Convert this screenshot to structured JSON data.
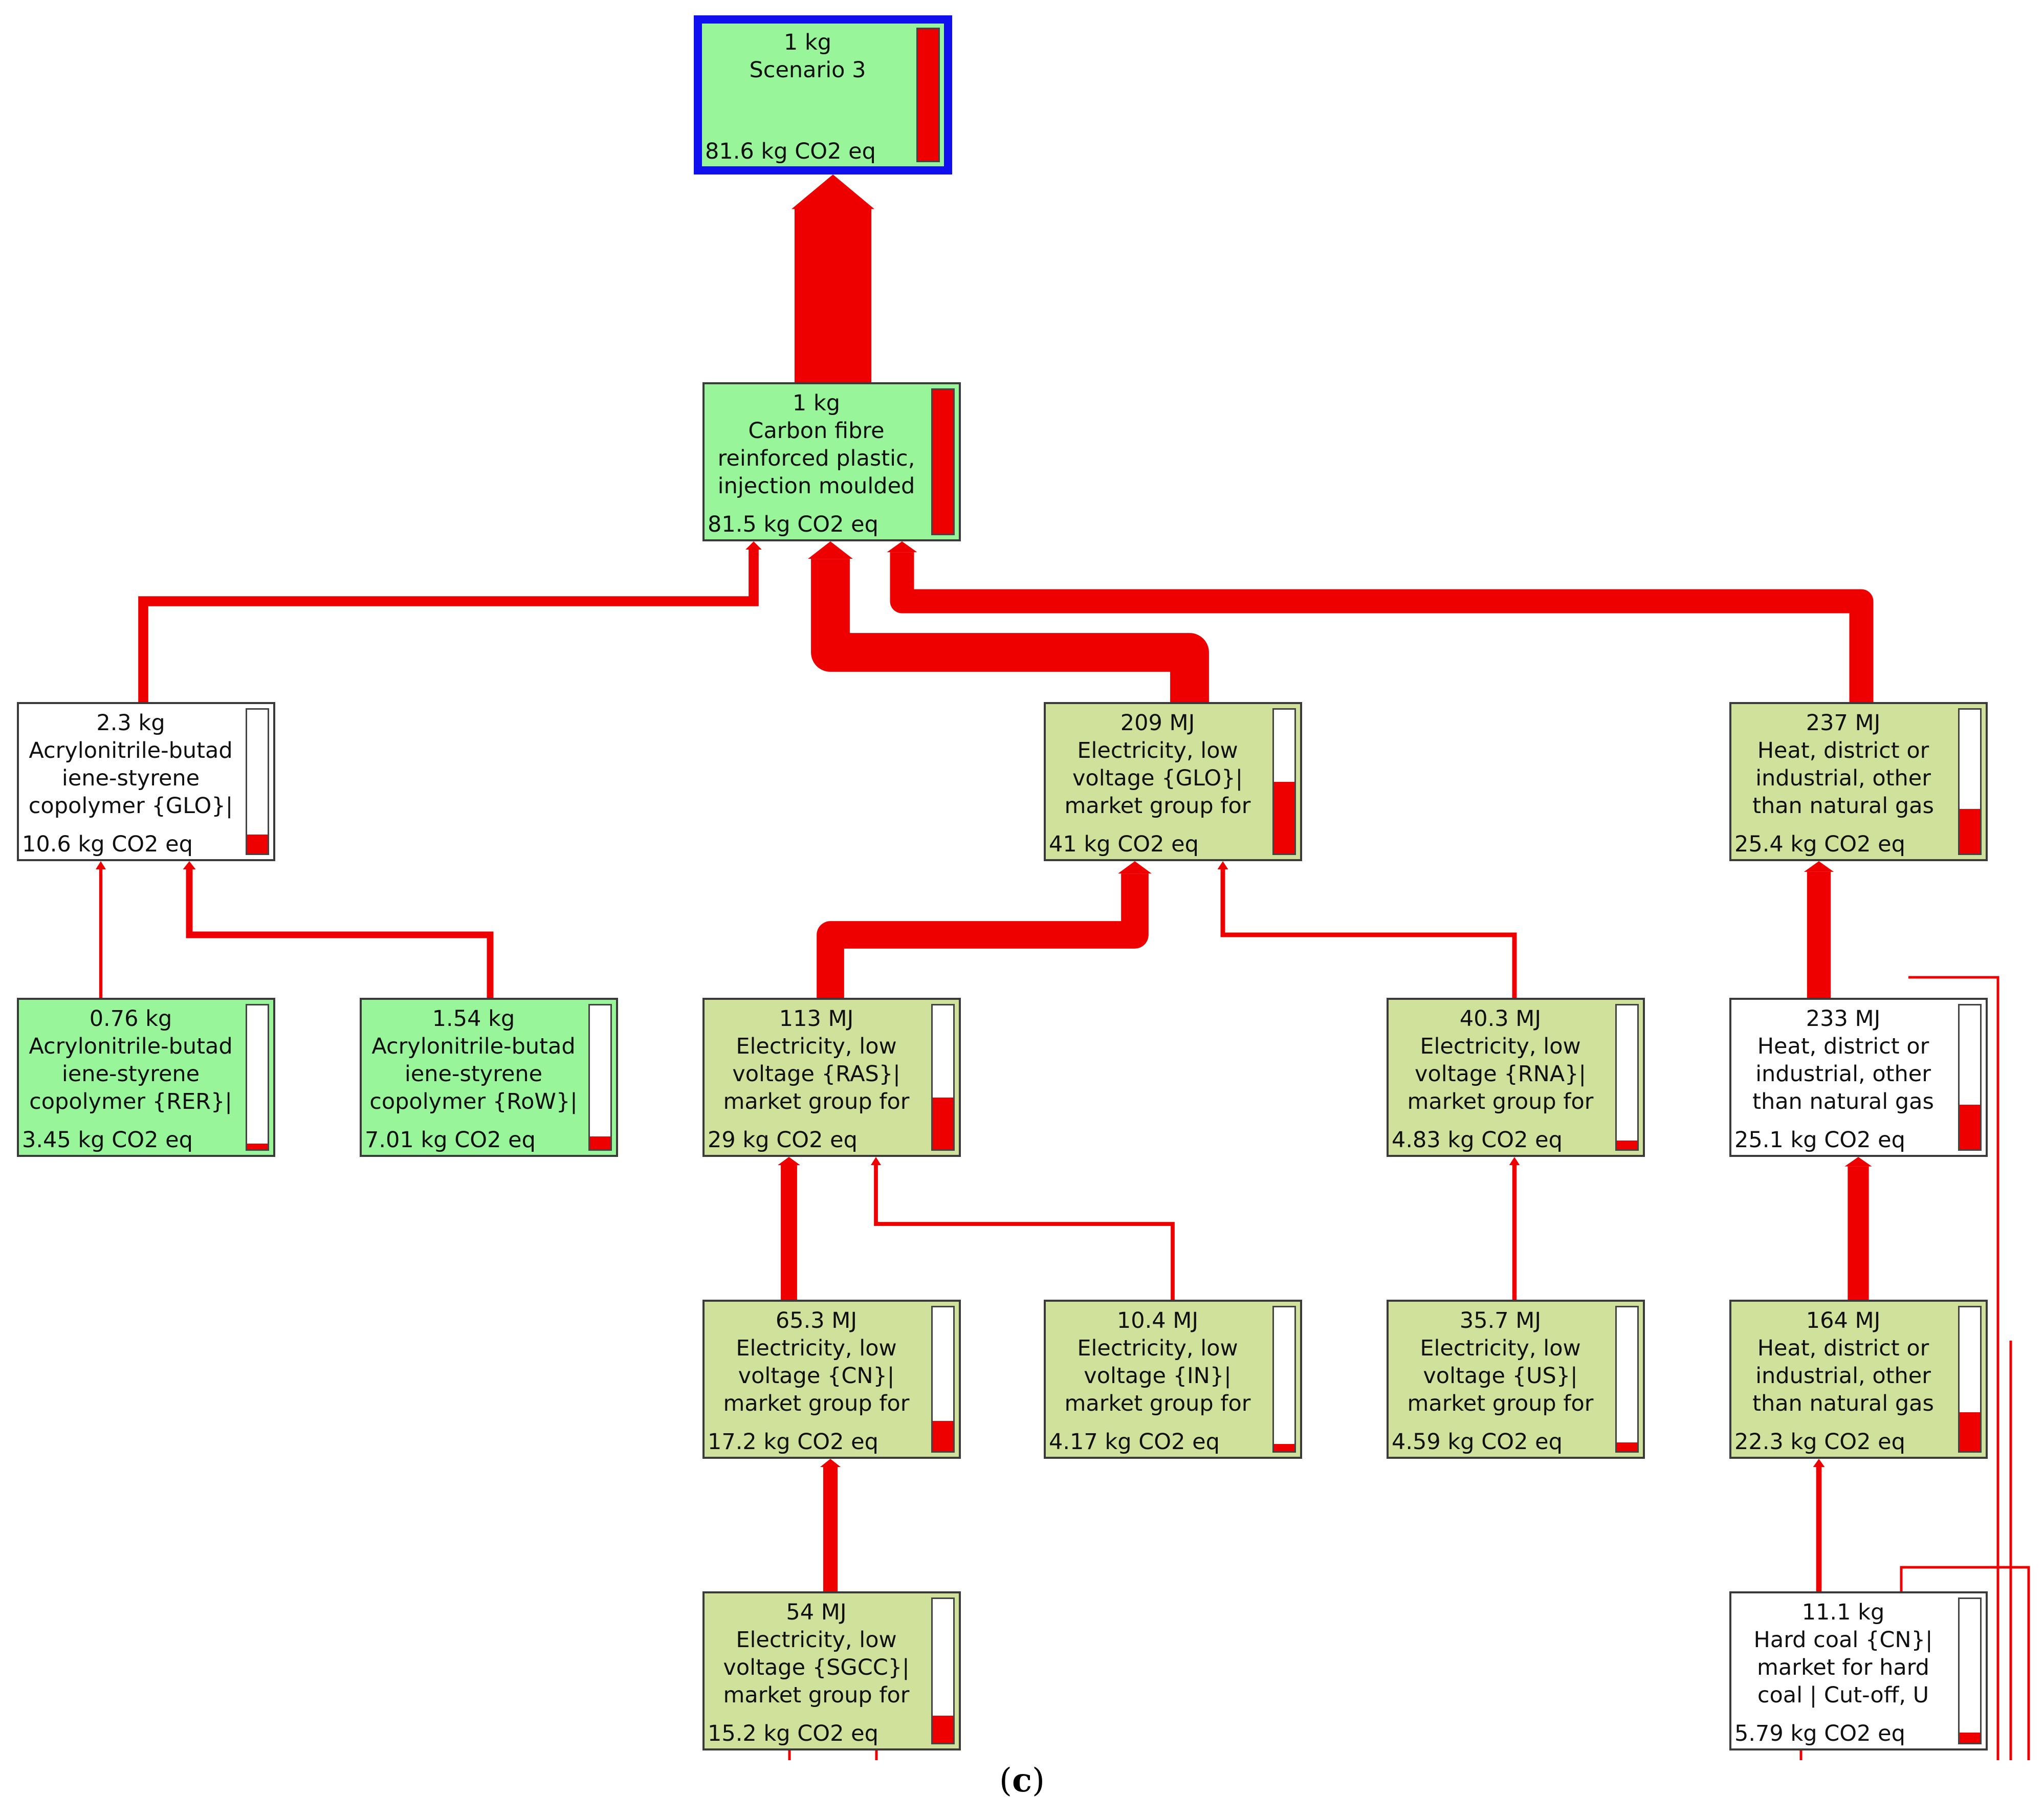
{
  "nodes": [
    {
      "id": "scenario3",
      "amount": "1 kg",
      "label": [
        "Scenario 3"
      ],
      "impact": "81.6 kg CO2 eq",
      "share": 1.0,
      "color": "green",
      "selected": true
    },
    {
      "id": "cfrp",
      "amount": "1 kg",
      "label": [
        "Carbon fibre",
        "reinforced plastic,",
        "injection moulded"
      ],
      "impact": "81.5 kg CO2 eq",
      "share": 1.0,
      "color": "green"
    },
    {
      "id": "abs-glo",
      "amount": "2.3 kg",
      "label": [
        "Acrylonitrile-butad",
        "iene-styrene",
        "copolymer {GLO}|"
      ],
      "impact": "10.6 kg CO2 eq",
      "share": 0.13,
      "color": "white"
    },
    {
      "id": "elec-glo",
      "amount": "209 MJ",
      "label": [
        "Electricity, low",
        "voltage {GLO}|",
        "market group for"
      ],
      "impact": "41 kg CO2 eq",
      "share": 0.5,
      "color": "olive"
    },
    {
      "id": "heat-237",
      "amount": "237 MJ",
      "label": [
        "Heat, district or",
        "industrial, other",
        "than natural gas"
      ],
      "impact": "25.4 kg CO2 eq",
      "share": 0.31,
      "color": "olive"
    },
    {
      "id": "abs-rer",
      "amount": "0.76 kg",
      "label": [
        "Acrylonitrile-butad",
        "iene-styrene",
        "copolymer {RER}|"
      ],
      "impact": "3.45 kg CO2 eq",
      "share": 0.04,
      "color": "green"
    },
    {
      "id": "abs-row",
      "amount": "1.54 kg",
      "label": [
        "Acrylonitrile-butad",
        "iene-styrene",
        "copolymer {RoW}|"
      ],
      "impact": "7.01 kg CO2 eq",
      "share": 0.09,
      "color": "green"
    },
    {
      "id": "elec-ras",
      "amount": "113 MJ",
      "label": [
        "Electricity, low",
        "voltage {RAS}|",
        "market group for"
      ],
      "impact": "29 kg CO2 eq",
      "share": 0.36,
      "color": "olive"
    },
    {
      "id": "elec-rna",
      "amount": "40.3 MJ",
      "label": [
        "Electricity, low",
        "voltage {RNA}|",
        "market group for"
      ],
      "impact": "4.83 kg CO2 eq",
      "share": 0.06,
      "color": "olive"
    },
    {
      "id": "heat-233",
      "amount": "233 MJ",
      "label": [
        "Heat, district or",
        "industrial, other",
        "than natural gas"
      ],
      "impact": "25.1 kg CO2 eq",
      "share": 0.31,
      "color": "white"
    },
    {
      "id": "elec-cn",
      "amount": "65.3 MJ",
      "label": [
        "Electricity, low",
        "voltage {CN}|",
        "market group for"
      ],
      "impact": "17.2 kg CO2 eq",
      "share": 0.21,
      "color": "olive"
    },
    {
      "id": "elec-in",
      "amount": "10.4 MJ",
      "label": [
        "Electricity, low",
        "voltage {IN}|",
        "market group for"
      ],
      "impact": "4.17 kg CO2 eq",
      "share": 0.05,
      "color": "olive"
    },
    {
      "id": "elec-us",
      "amount": "35.7 MJ",
      "label": [
        "Electricity, low",
        "voltage {US}|",
        "market group for"
      ],
      "impact": "4.59 kg CO2 eq",
      "share": 0.06,
      "color": "olive"
    },
    {
      "id": "heat-164",
      "amount": "164 MJ",
      "label": [
        "Heat, district or",
        "industrial, other",
        "than natural gas"
      ],
      "impact": "22.3 kg CO2 eq",
      "share": 0.27,
      "color": "olive"
    },
    {
      "id": "elec-sgcc",
      "amount": "54 MJ",
      "label": [
        "Electricity, low",
        "voltage {SGCC}|",
        "market group for"
      ],
      "impact": "15.2 kg CO2 eq",
      "share": 0.19,
      "color": "olive"
    },
    {
      "id": "coal-cn",
      "amount": "11.1 kg",
      "label": [
        "Hard coal {CN}|",
        "market for hard",
        "coal | Cut-off, U"
      ],
      "impact": "5.79 kg CO2 eq",
      "share": 0.07,
      "color": "white"
    }
  ],
  "links": [
    {
      "from": "cfrp",
      "to": "scenario3",
      "value": 81.5
    },
    {
      "from": "abs-glo",
      "to": "cfrp",
      "value": 10.6
    },
    {
      "from": "elec-glo",
      "to": "cfrp",
      "value": 41
    },
    {
      "from": "heat-237",
      "to": "cfrp",
      "value": 25.4
    },
    {
      "from": "abs-rer",
      "to": "abs-glo",
      "value": 3.45
    },
    {
      "from": "abs-row",
      "to": "abs-glo",
      "value": 7.01
    },
    {
      "from": "elec-ras",
      "to": "elec-glo",
      "value": 29
    },
    {
      "from": "elec-rna",
      "to": "elec-glo",
      "value": 4.83
    },
    {
      "from": "heat-233",
      "to": "heat-237",
      "value": 25.1
    },
    {
      "from": "elec-cn",
      "to": "elec-ras",
      "value": 17.2
    },
    {
      "from": "elec-in",
      "to": "elec-ras",
      "value": 4.17
    },
    {
      "from": "elec-us",
      "to": "elec-rna",
      "value": 4.59
    },
    {
      "from": "heat-164",
      "to": "heat-233",
      "value": 22.3
    },
    {
      "from": "elec-sgcc",
      "to": "elec-cn",
      "value": 15.2
    },
    {
      "from": "coal-cn",
      "to": "heat-164",
      "value": 5.79
    }
  ],
  "caption": {
    "open": "(",
    "letter": "c",
    "close": ")"
  },
  "colors": {
    "flow": "#ee0000",
    "green": "#98f59a",
    "olive": "#cfe19a",
    "selected_border": "#1010ee"
  }
}
